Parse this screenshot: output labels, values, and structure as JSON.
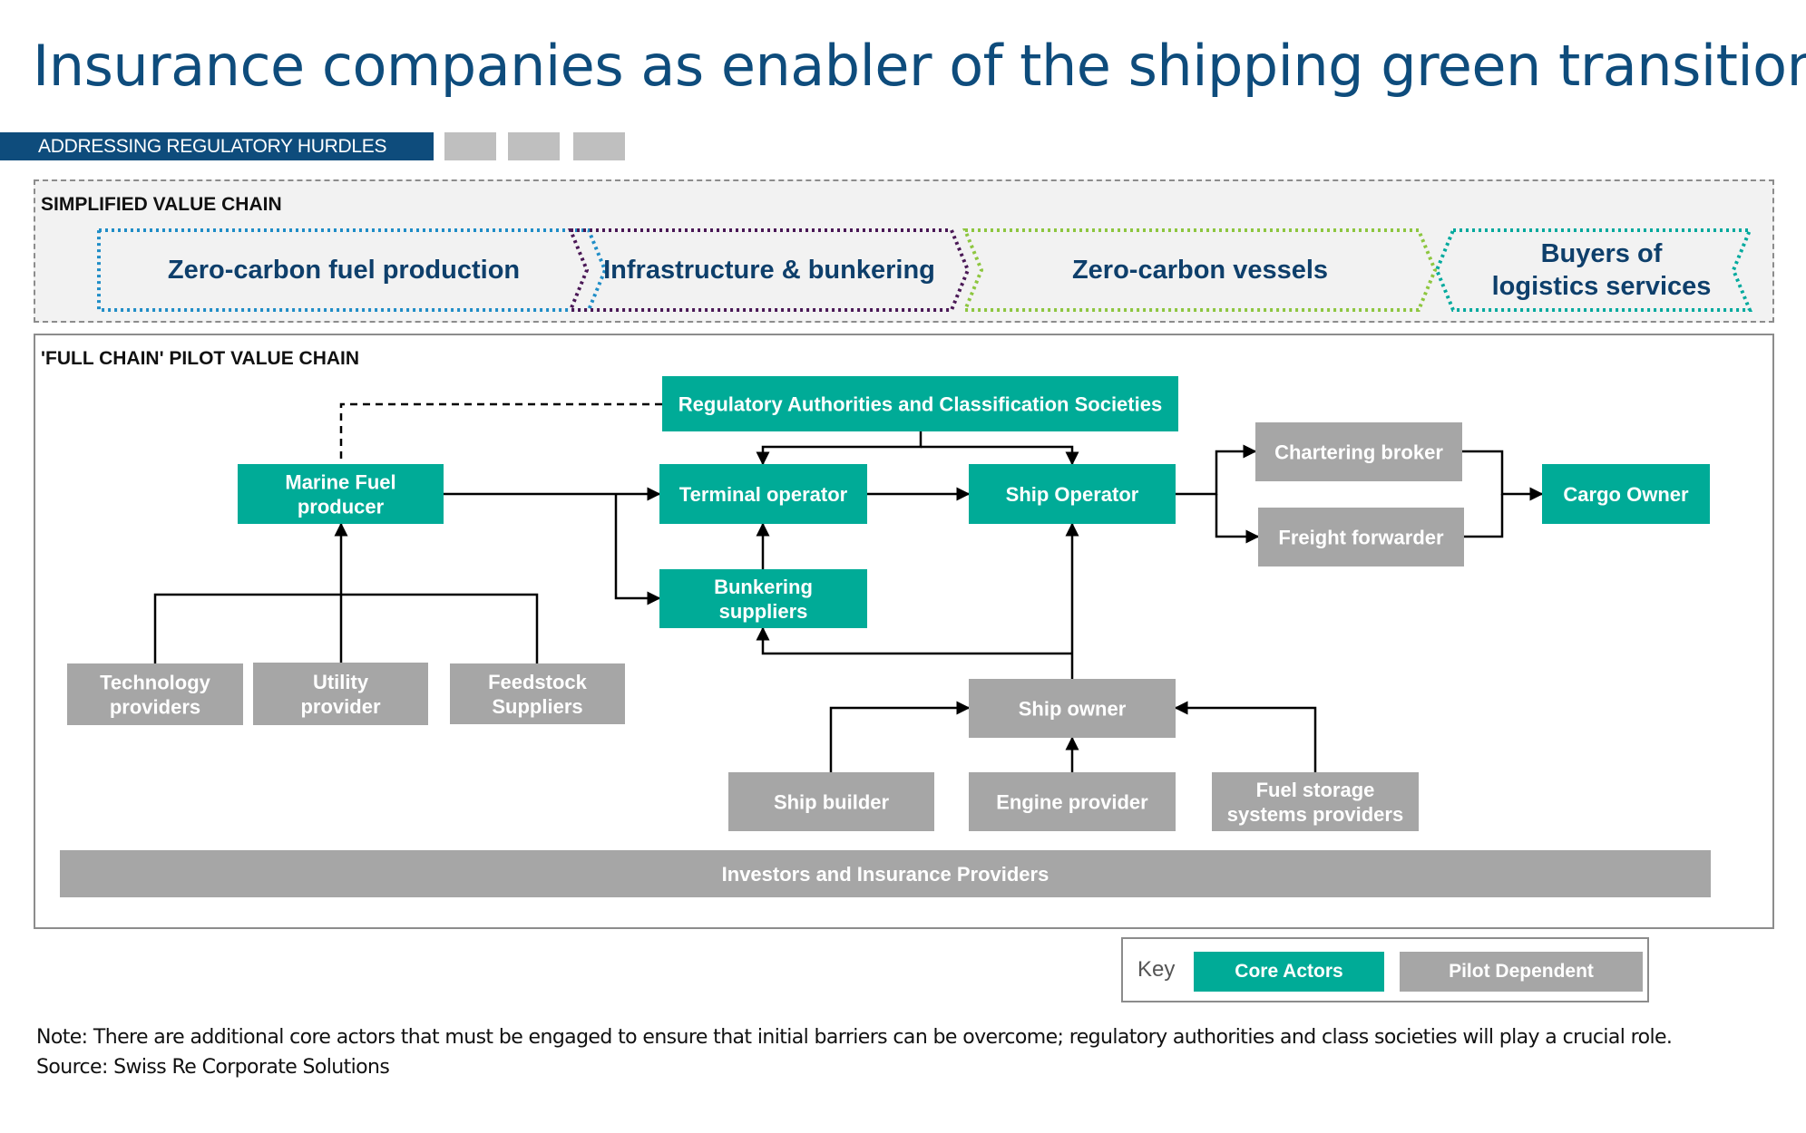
{
  "title": "Insurance companies as enabler of the shipping green transition",
  "banner": {
    "label": "ADDRESSING REGULATORY HURDLES",
    "indicator_count": 3
  },
  "colors": {
    "navy": "#0e4c7c",
    "core": "#00ab97",
    "pilot": "#a6a6a6",
    "stage_blue": "#1f8dc7",
    "stage_purple": "#4a1856",
    "stage_lime": "#8dc63f",
    "stage_teal": "#00a99d"
  },
  "simplified_value_chain": {
    "heading": "SIMPLIFIED VALUE CHAIN",
    "stages": [
      {
        "id": "fuel",
        "lines": [
          "Zero-carbon fuel production"
        ],
        "color": "#1f8dc7"
      },
      {
        "id": "infra",
        "lines": [
          "Infrastructure & bunkering"
        ],
        "color": "#4a1856"
      },
      {
        "id": "vessels",
        "lines": [
          "Zero-carbon vessels"
        ],
        "color": "#8dc63f"
      },
      {
        "id": "buyers",
        "lines": [
          "Buyers of",
          "logistics services"
        ],
        "color": "#00a99d"
      }
    ]
  },
  "pilot_value_chain": {
    "heading": "'FULL CHAIN' PILOT VALUE CHAIN",
    "nodes": [
      {
        "id": "regulatory",
        "type": "core",
        "lines": [
          "Regulatory Authorities and Classification Societies"
        ]
      },
      {
        "id": "marine_fuel",
        "type": "core",
        "lines": [
          "Marine Fuel",
          "producer"
        ]
      },
      {
        "id": "terminal",
        "type": "core",
        "lines": [
          "Terminal operator"
        ]
      },
      {
        "id": "ship_operator",
        "type": "core",
        "lines": [
          "Ship Operator"
        ]
      },
      {
        "id": "chartering",
        "type": "pilot",
        "lines": [
          "Chartering broker"
        ]
      },
      {
        "id": "freight",
        "type": "pilot",
        "lines": [
          "Freight forwarder"
        ]
      },
      {
        "id": "cargo_owner",
        "type": "core",
        "lines": [
          "Cargo Owner"
        ]
      },
      {
        "id": "bunkering",
        "type": "core",
        "lines": [
          "Bunkering",
          "suppliers"
        ]
      },
      {
        "id": "technology",
        "type": "pilot",
        "lines": [
          "Technology",
          "providers"
        ]
      },
      {
        "id": "utility",
        "type": "pilot",
        "lines": [
          "Utility",
          "provider"
        ]
      },
      {
        "id": "feedstock",
        "type": "pilot",
        "lines": [
          "Feedstock",
          "Suppliers"
        ]
      },
      {
        "id": "ship_owner",
        "type": "pilot",
        "lines": [
          "Ship owner"
        ]
      },
      {
        "id": "ship_builder",
        "type": "pilot",
        "lines": [
          "Ship builder"
        ]
      },
      {
        "id": "engine",
        "type": "pilot",
        "lines": [
          "Engine provider"
        ]
      },
      {
        "id": "fuel_storage",
        "type": "pilot",
        "lines": [
          "Fuel storage",
          "systems providers"
        ]
      },
      {
        "id": "investors",
        "type": "pilot",
        "lines": [
          "Investors and Insurance Providers"
        ]
      }
    ],
    "edges": [
      {
        "from": "regulatory",
        "to": "marine_fuel",
        "style": "dashed"
      },
      {
        "from": "regulatory",
        "to": "terminal",
        "style": "solid"
      },
      {
        "from": "regulatory",
        "to": "ship_operator",
        "style": "solid"
      },
      {
        "from": "marine_fuel",
        "to": "terminal",
        "style": "solid"
      },
      {
        "from": "marine_fuel",
        "to": "bunkering",
        "style": "solid"
      },
      {
        "from": "bunkering",
        "to": "terminal",
        "style": "solid"
      },
      {
        "from": "terminal",
        "to": "ship_operator",
        "style": "solid"
      },
      {
        "from": "ship_operator",
        "to": "chartering",
        "style": "solid"
      },
      {
        "from": "ship_operator",
        "to": "freight",
        "style": "solid"
      },
      {
        "from": "chartering",
        "to": "cargo_owner",
        "style": "solid"
      },
      {
        "from": "freight",
        "to": "cargo_owner",
        "style": "solid"
      },
      {
        "from": "technology",
        "to": "marine_fuel",
        "style": "solid"
      },
      {
        "from": "utility",
        "to": "marine_fuel",
        "style": "solid"
      },
      {
        "from": "feedstock",
        "to": "marine_fuel",
        "style": "solid"
      },
      {
        "from": "ship_owner",
        "to": "ship_operator",
        "style": "solid"
      },
      {
        "from": "ship_owner",
        "to": "bunkering",
        "style": "solid"
      },
      {
        "from": "ship_builder",
        "to": "ship_owner",
        "style": "solid"
      },
      {
        "from": "engine",
        "to": "ship_owner",
        "style": "solid"
      },
      {
        "from": "fuel_storage",
        "to": "ship_owner",
        "style": "solid"
      }
    ]
  },
  "key": {
    "label": "Key",
    "core_label": "Core Actors",
    "pilot_label": "Pilot Dependent"
  },
  "note": "Note: There are additional core actors that must be engaged to ensure that initial barriers can be overcome; regulatory authorities and class societies will play a crucial role.",
  "source": "Source: Swiss Re Corporate Solutions"
}
